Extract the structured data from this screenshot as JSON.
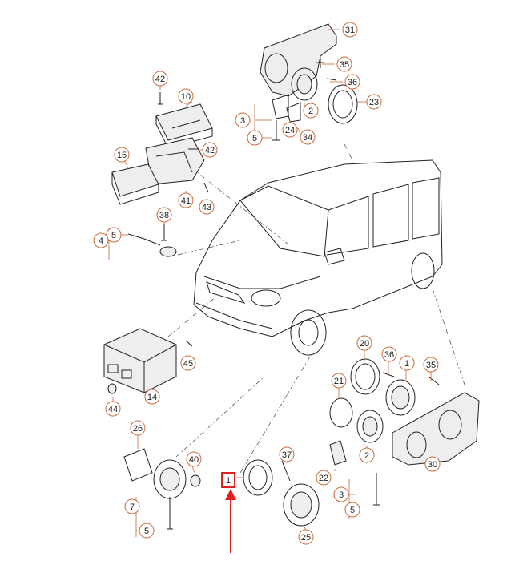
{
  "diagram": {
    "callouts": [
      {
        "id": "c31",
        "text": "31"
      },
      {
        "id": "c35a",
        "text": "35"
      },
      {
        "id": "c36a",
        "text": "36"
      },
      {
        "id": "c23",
        "text": "23"
      },
      {
        "id": "c2a",
        "text": "2"
      },
      {
        "id": "c3a",
        "text": "3"
      },
      {
        "id": "c24",
        "text": "24"
      },
      {
        "id": "c5a",
        "text": "5"
      },
      {
        "id": "c34",
        "text": "34"
      },
      {
        "id": "c42a",
        "text": "42"
      },
      {
        "id": "c10",
        "text": "10"
      },
      {
        "id": "c42b",
        "text": "42"
      },
      {
        "id": "c15",
        "text": "15"
      },
      {
        "id": "c41",
        "text": "41"
      },
      {
        "id": "c43",
        "text": "43"
      },
      {
        "id": "c38",
        "text": "38"
      },
      {
        "id": "c5b",
        "text": "5"
      },
      {
        "id": "c4",
        "text": "4"
      },
      {
        "id": "c45",
        "text": "45"
      },
      {
        "id": "c14",
        "text": "14"
      },
      {
        "id": "c44",
        "text": "44"
      },
      {
        "id": "c20",
        "text": "20"
      },
      {
        "id": "c36b",
        "text": "36"
      },
      {
        "id": "c1a",
        "text": "1"
      },
      {
        "id": "c35b",
        "text": "35"
      },
      {
        "id": "c21",
        "text": "21"
      },
      {
        "id": "c2b",
        "text": "2"
      },
      {
        "id": "c30",
        "text": "30"
      },
      {
        "id": "c26",
        "text": "26"
      },
      {
        "id": "c40",
        "text": "40"
      },
      {
        "id": "c7",
        "text": "7"
      },
      {
        "id": "c5c",
        "text": "5"
      },
      {
        "id": "c37",
        "text": "37"
      },
      {
        "id": "c1b",
        "text": "1"
      },
      {
        "id": "c22",
        "text": "22"
      },
      {
        "id": "c3b",
        "text": "3"
      },
      {
        "id": "c5d",
        "text": "5"
      },
      {
        "id": "c25",
        "text": "25"
      }
    ],
    "highlight": {
      "text": "1",
      "color": "#e02020"
    },
    "colors": {
      "callout_stroke": "#c86a3a",
      "line": "#222222",
      "highlight": "#e02020"
    }
  }
}
